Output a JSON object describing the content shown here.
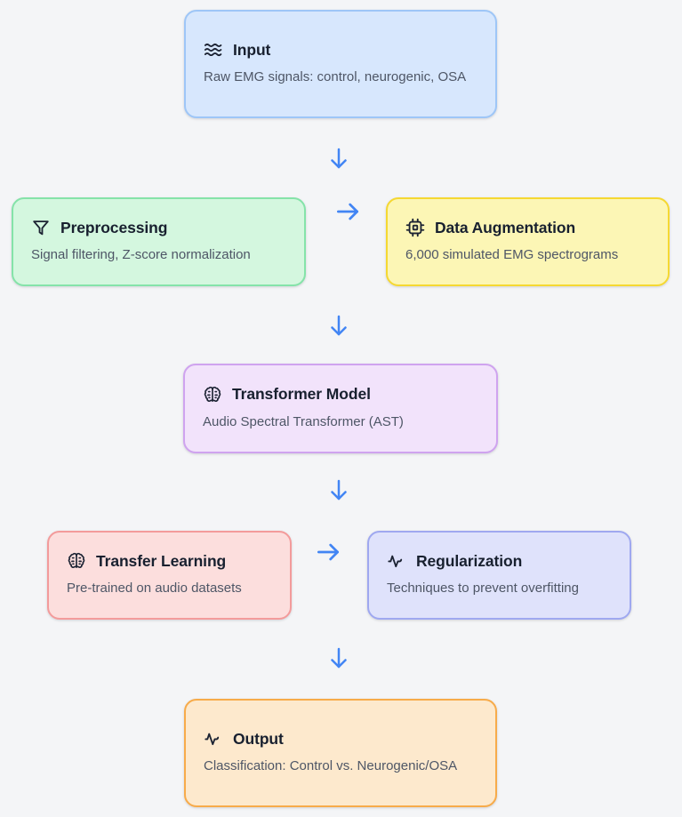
{
  "diagram": {
    "background_color": "#f4f5f7",
    "arrow_color": "#4285f4",
    "nodes": [
      {
        "id": "input",
        "icon": "waves-icon",
        "title": "Input",
        "description": "Raw EMG signals: control, neurogenic, OSA",
        "fill": "#d7e7fd",
        "border": "#9ec6f7"
      },
      {
        "id": "preprocessing",
        "icon": "funnel-filter-icon",
        "title": "Preprocessing",
        "description": "Signal filtering, Z-score normalization",
        "fill": "#d4f7df",
        "border": "#85e3a9"
      },
      {
        "id": "augmentation",
        "icon": "cpu-chip-icon",
        "title": "Data Augmentation",
        "description": "6,000 simulated EMG spectrograms",
        "fill": "#fcf6b5",
        "border": "#f5d832"
      },
      {
        "id": "transformer",
        "icon": "brain-icon",
        "title": "Transformer Model",
        "description": "Audio Spectral Transformer (AST)",
        "fill": "#f2e3fb",
        "border": "#cfa3ef"
      },
      {
        "id": "transfer",
        "icon": "brain-icon",
        "title": "Transfer Learning",
        "description": "Pre-trained on audio datasets",
        "fill": "#fcdedd",
        "border": "#f39b9b"
      },
      {
        "id": "regularization",
        "icon": "activity-pulse-icon",
        "title": "Regularization",
        "description": "Techniques to prevent overfitting",
        "fill": "#dfe2fb",
        "border": "#9fa8f0"
      },
      {
        "id": "output",
        "icon": "activity-pulse-icon",
        "title": "Output",
        "description": "Classification: Control vs. Neurogenic/OSA",
        "fill": "#fde9cd",
        "border": "#f7ab4a"
      }
    ],
    "edges": [
      {
        "id": "input-preprocessing",
        "from": "input",
        "to": "preprocessing",
        "direction": "down"
      },
      {
        "id": "preprocessing-augmentation",
        "from": "preprocessing",
        "to": "augmentation",
        "direction": "right"
      },
      {
        "id": "augmentation-transformer",
        "from": "augmentation",
        "to": "transformer",
        "direction": "down"
      },
      {
        "id": "transformer-transfer",
        "from": "transformer",
        "to": "transfer",
        "direction": "down"
      },
      {
        "id": "transfer-regularization",
        "from": "transfer",
        "to": "regularization",
        "direction": "right"
      },
      {
        "id": "regularization-output",
        "from": "regularization",
        "to": "output",
        "direction": "down"
      }
    ]
  }
}
